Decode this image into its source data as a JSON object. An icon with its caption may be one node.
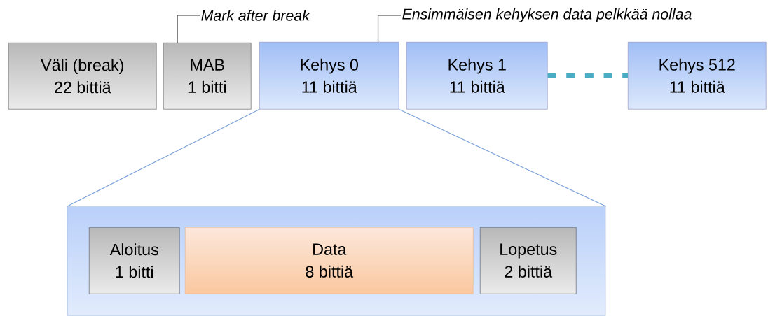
{
  "diagram": {
    "nodes": [
      {
        "text": [
          "Väli (break)",
          "22 bittiä"
        ]
      },
      {
        "text": [
          "MAB",
          "1 bitti"
        ]
      },
      {
        "text": [
          "Kehys 0",
          "11 bittiä"
        ]
      },
      {
        "text": [
          "Kehys 1",
          "11 bittiä"
        ]
      },
      {
        "text": [
          "Kehys 512",
          "11 bittiä"
        ]
      },
      {
        "text": [],
        "shape": "box"
      },
      {
        "text": [
          "Aloitus",
          "1 bitti"
        ],
        "in": 5
      },
      {
        "text": [
          "Data",
          "8 bittiä"
        ],
        "in": 5
      },
      {
        "text": [
          "Lopetus",
          "2 bittiä"
        ],
        "in": 5
      },
      {
        "text": [
          "Mark after break"
        ]
      },
      {
        "text": [
          "Ensimmäisen kehyksen data pelkkää nollaa"
        ]
      }
    ],
    "edges": [
      {
        "from": 3,
        "to": 4,
        "arrow": "none",
        "style": "dashed",
        "color": "#4bacc6"
      },
      {
        "from": 2,
        "to": 5,
        "arrow": "none",
        "color": "#7aa0d8"
      },
      {
        "from": 2,
        "to": 5,
        "arrow": "none",
        "color": "#7aa0d8"
      },
      {
        "from": 9,
        "to": 1,
        "arrow": "none",
        "color": "#333333"
      },
      {
        "from": 10,
        "to": 2,
        "arrow": "none",
        "color": "#333333"
      }
    ]
  }
}
